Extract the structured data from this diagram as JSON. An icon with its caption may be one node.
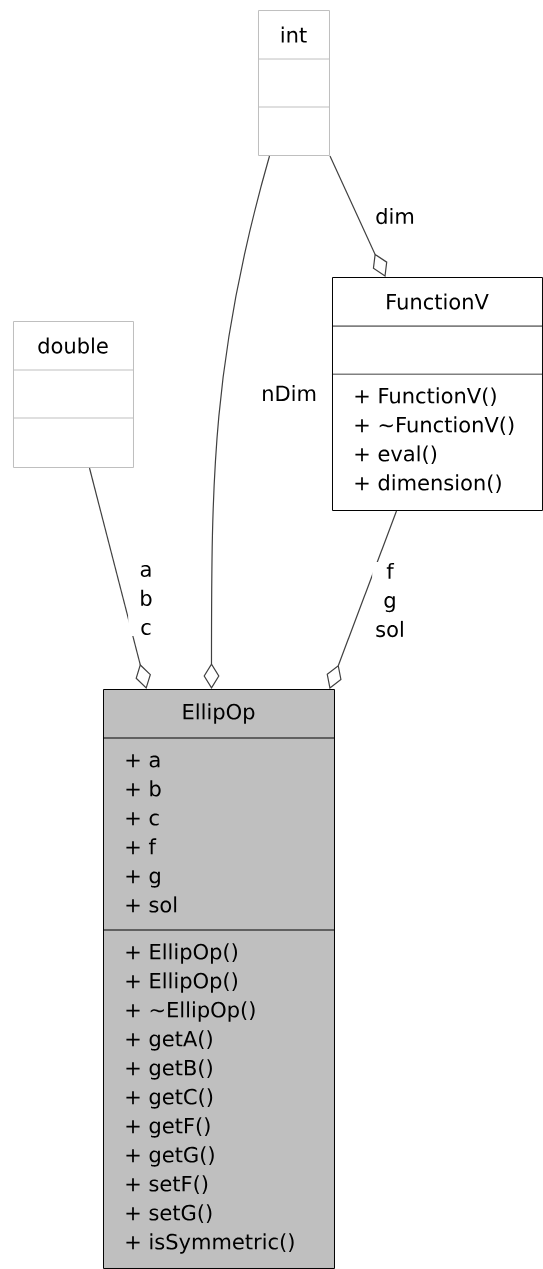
{
  "diagram": {
    "nodes": [
      {
        "text": [
          "double"
        ]
      },
      {
        "text": [
          "int"
        ]
      },
      {
        "text": [
          "FunctionV",
          "+ FunctionV()",
          "+ ~FunctionV()",
          "+ eval()",
          "+ dimension()"
        ]
      },
      {
        "text": [
          "EllipOp",
          "+ a",
          "+ b",
          "+ c",
          "+ f",
          "+ g",
          "+ sol",
          "+ EllipOp()",
          "+ EllipOp()",
          "+ ~EllipOp()",
          "+ getA()",
          "+ getB()",
          "+ getC()",
          "+ getF()",
          "+ getG()",
          "+ setF()",
          "+ setG()",
          "+ isSymmetric()"
        ]
      }
    ],
    "edges": [
      {
        "from": 0,
        "to": 3,
        "arrow": "other",
        "label": "a b c"
      },
      {
        "from": 1,
        "to": 3,
        "arrow": "other",
        "label": "nDim"
      },
      {
        "from": 1,
        "to": 2,
        "arrow": "other",
        "label": "dim"
      },
      {
        "from": 2,
        "to": 3,
        "arrow": "other",
        "label": "f g sol"
      }
    ]
  }
}
